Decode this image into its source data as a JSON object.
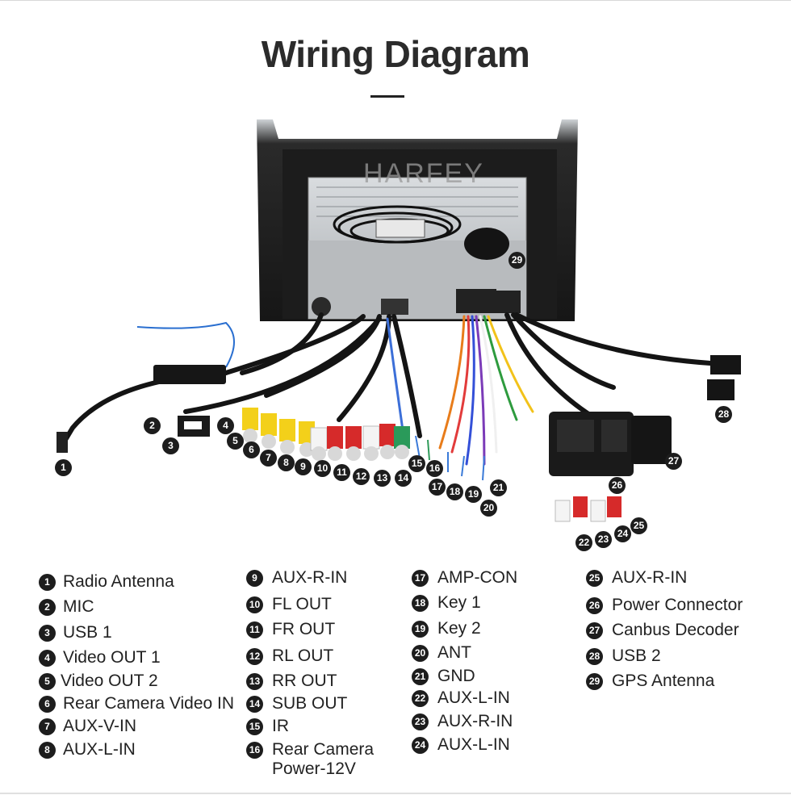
{
  "header": {
    "title": "Wiring Diagram"
  },
  "watermark": "HARFEY",
  "callouts": [
    "1",
    "2",
    "3",
    "4",
    "5",
    "6",
    "7",
    "8",
    "9",
    "10",
    "11",
    "12",
    "13",
    "14",
    "15",
    "16",
    "17",
    "18",
    "19",
    "20",
    "21",
    "22",
    "23",
    "24",
    "25",
    "26",
    "27",
    "28",
    "29"
  ],
  "legend": [
    {
      "num": "1",
      "label": "Radio Antenna"
    },
    {
      "num": "2",
      "label": "MIC"
    },
    {
      "num": "3",
      "label": "USB 1"
    },
    {
      "num": "4",
      "label": "Video OUT 1"
    },
    {
      "num": "5",
      "label": "Video OUT 2"
    },
    {
      "num": "6",
      "label": "Rear Camera Video IN"
    },
    {
      "num": "7",
      "label": "AUX-V-IN"
    },
    {
      "num": "8",
      "label": "AUX-L-IN"
    },
    {
      "num": "9",
      "label": "AUX-R-IN"
    },
    {
      "num": "10",
      "label": "FL OUT"
    },
    {
      "num": "11",
      "label": "FR OUT"
    },
    {
      "num": "12",
      "label": "RL OUT"
    },
    {
      "num": "13",
      "label": "RR OUT"
    },
    {
      "num": "14",
      "label": "SUB OUT"
    },
    {
      "num": "15",
      "label": "IR"
    },
    {
      "num": "16",
      "label": "Rear Camera Power-12V"
    },
    {
      "num": "17",
      "label": "AMP-CON"
    },
    {
      "num": "18",
      "label": "Key 1"
    },
    {
      "num": "19",
      "label": "Key 2"
    },
    {
      "num": "20",
      "label": "ANT"
    },
    {
      "num": "21",
      "label": "GND"
    },
    {
      "num": "22",
      "label": "AUX-L-IN"
    },
    {
      "num": "23",
      "label": "AUX-R-IN"
    },
    {
      "num": "24",
      "label": "AUX-L-IN"
    },
    {
      "num": "25",
      "label": "AUX-R-IN"
    },
    {
      "num": "26",
      "label": "Power Connector"
    },
    {
      "num": "27",
      "label": "Canbus Decoder"
    },
    {
      "num": "28",
      "label": "USB 2"
    },
    {
      "num": "29",
      "label": "GPS Antenna"
    }
  ]
}
